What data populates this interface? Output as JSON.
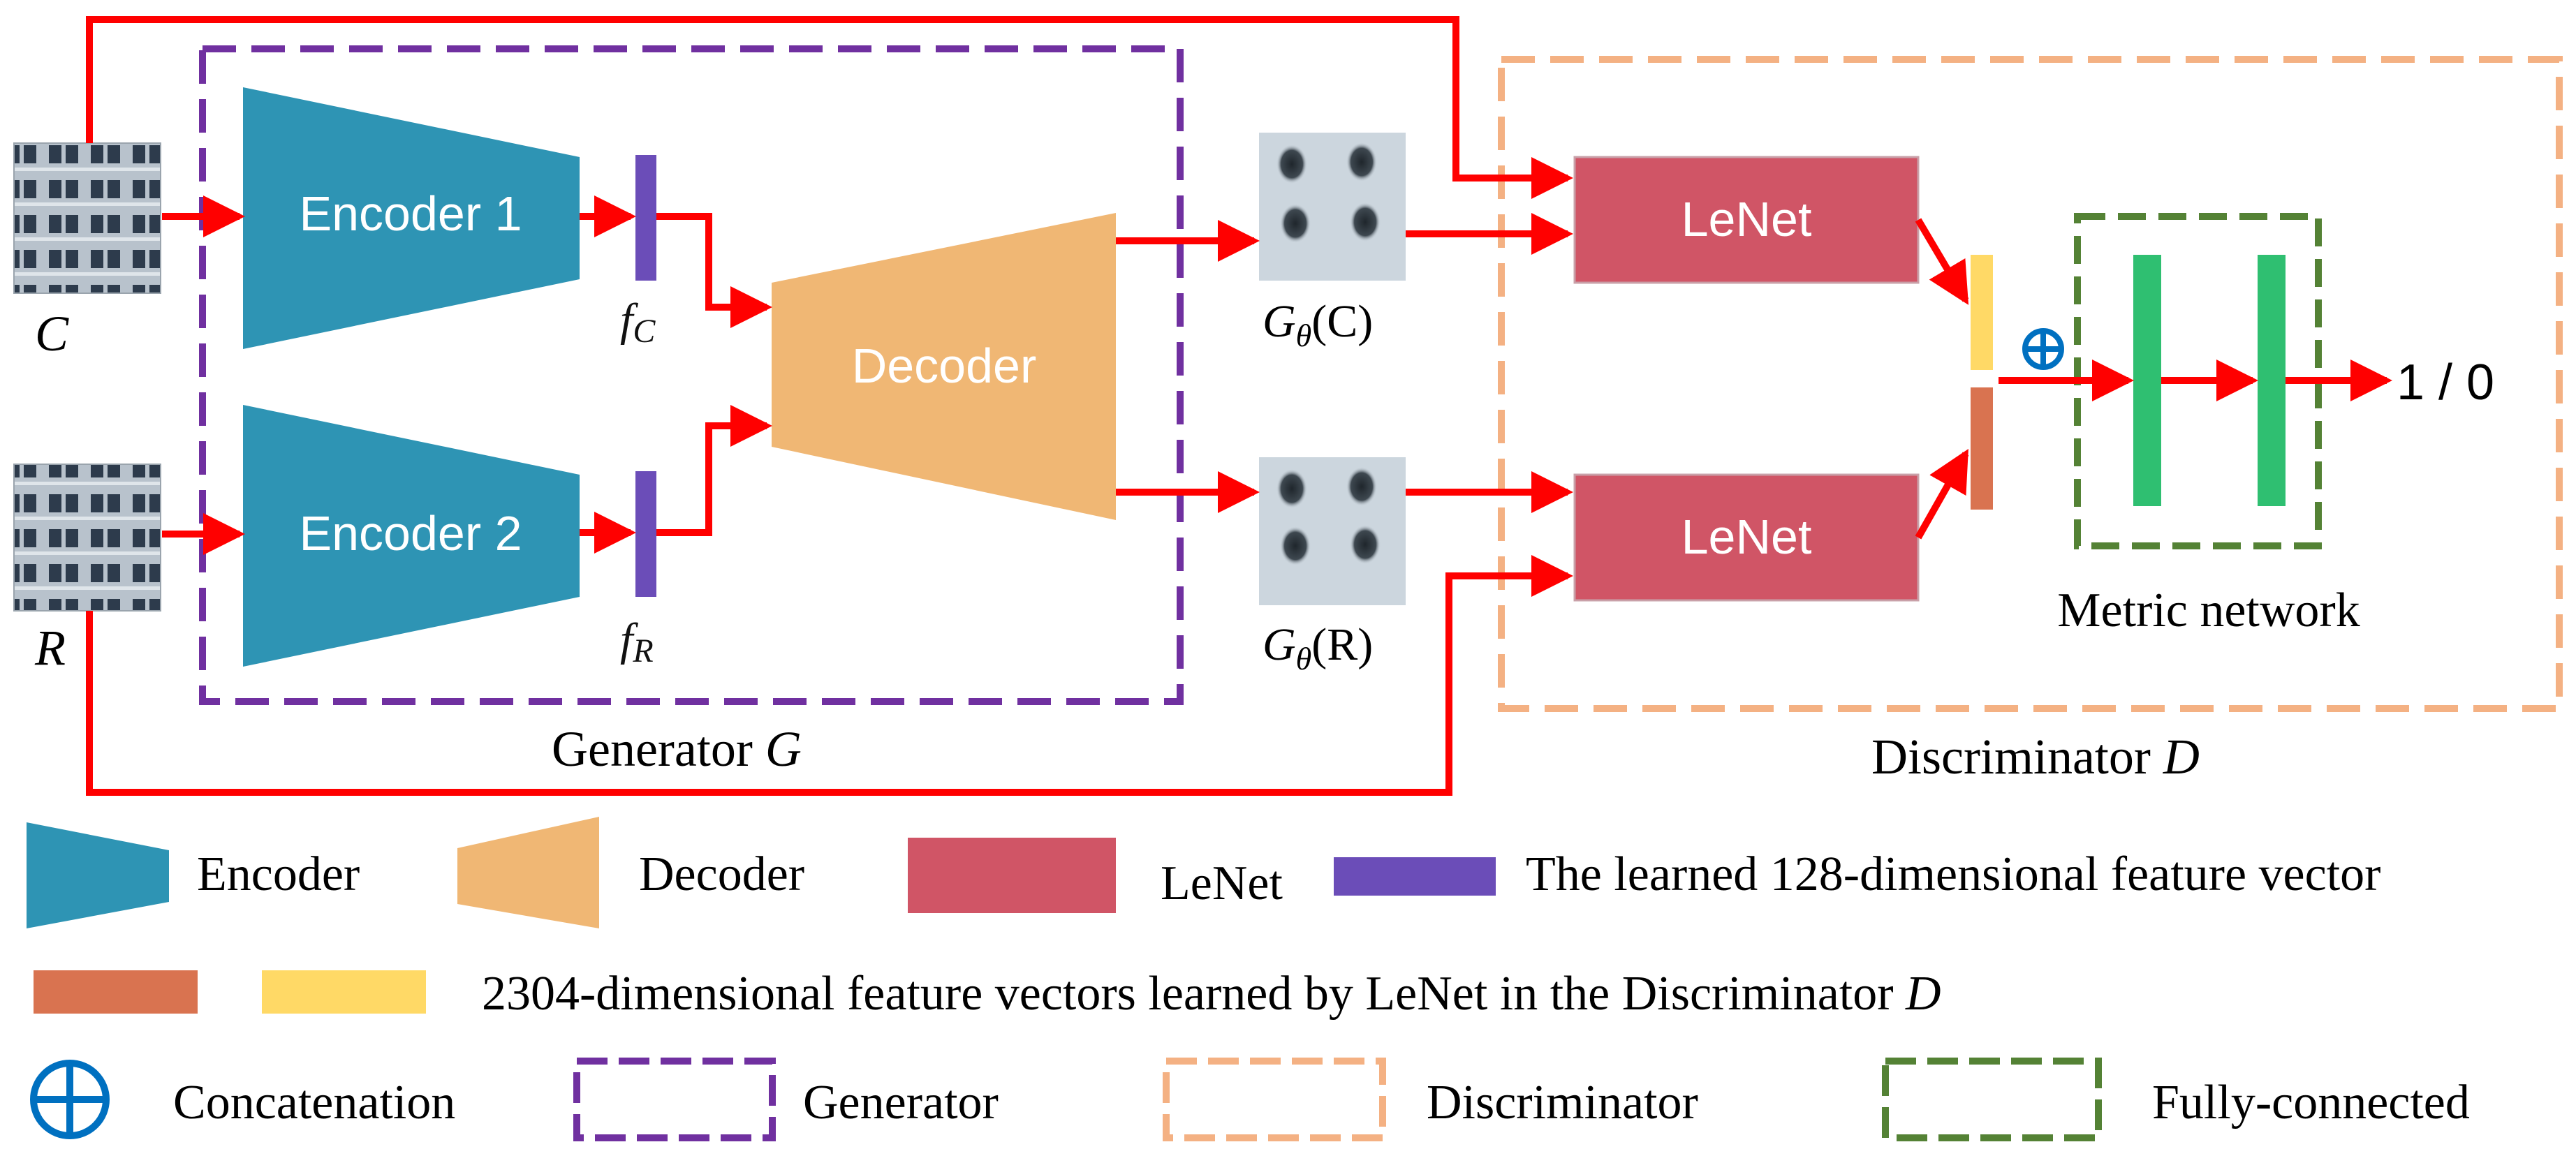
{
  "colors": {
    "encoder": "#2E94B4",
    "decoder": "#F0B774",
    "lenet": "#D05566",
    "feature": "#6B4DB8",
    "feat_orange": "#D97350",
    "feat_yellow": "#FFD966",
    "fc_bar": "#2FBF71",
    "arrow": "#FF0000",
    "generator_border": "#7030A0",
    "discriminator_border": "#F4B183",
    "fc_border": "#548235",
    "concat": "#0070C0"
  },
  "inputs": {
    "c_label": "C",
    "r_label": "R",
    "gc_label": "G",
    "gc_sub": "θ",
    "gc_arg": "(C)",
    "gr_label": "G",
    "gr_sub": "θ",
    "gr_arg": "(R)"
  },
  "generator": {
    "encoder1": "Encoder 1",
    "encoder2": "Encoder 2",
    "decoder": "Decoder",
    "fc_label": "f",
    "fc_sub": "C",
    "fr_label": "f",
    "fr_sub": "R",
    "caption": "Generator ",
    "caption_var": "G"
  },
  "discriminator": {
    "lenet_top": "LeNet",
    "lenet_bottom": "LeNet",
    "concat_symbol": "⊕",
    "output": "1 / 0",
    "metric_caption": "Metric network",
    "caption": "Discriminator ",
    "caption_var": "D"
  },
  "legend": {
    "encoder": "Encoder",
    "decoder": "Decoder",
    "lenet": "LeNet",
    "feature": "The learned 128-dimensional feature vector",
    "lenet_features": "2304-dimensional feature vectors learned by LeNet in the Discriminator ",
    "lenet_features_var": "D",
    "concat": "Concatenation",
    "generator": "Generator",
    "discriminator": "Discriminator",
    "fully_connected": "Fully-connected"
  }
}
